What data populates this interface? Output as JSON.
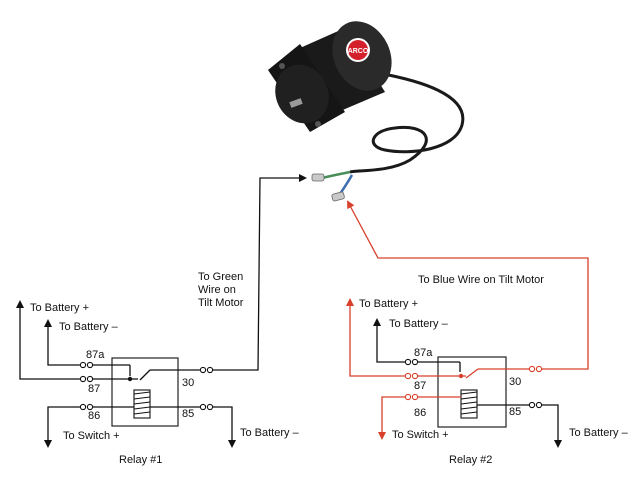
{
  "motor": {
    "logo_text": "ARCO"
  },
  "labels": {
    "green_wire": [
      "To Green",
      "Wire on",
      "Tilt Motor"
    ],
    "blue_wire": "To Blue Wire on Tilt Motor"
  },
  "relay1": {
    "name": "Relay #1",
    "battery_plus": "To Battery +",
    "battery_minus": "To Battery –",
    "switch_plus": "To Switch +",
    "battery_minus_85": "To Battery –",
    "pins": {
      "p87a": "87a",
      "p87": "87",
      "p86": "86",
      "p30": "30",
      "p85": "85"
    }
  },
  "relay2": {
    "name": "Relay #2",
    "battery_plus": "To Battery +",
    "battery_minus": "To Battery –",
    "switch_plus": "To Switch +",
    "battery_minus_85": "To Battery –",
    "pins": {
      "p87a": "87a",
      "p87": "87",
      "p86": "86",
      "p30": "30",
      "p85": "85"
    }
  },
  "colors": {
    "wire_black": "#111111",
    "wire_red": "#d8402b",
    "wire_green": "#4a8f5a",
    "wire_blue": "#3b6fb0",
    "motor_body": "#1a1a1a",
    "logo_red": "#d4202a"
  }
}
